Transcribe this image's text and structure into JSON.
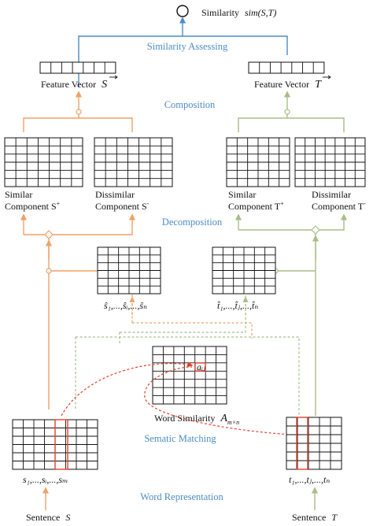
{
  "colors": {
    "blue": "#4d8cc4",
    "orange": "#f0a167",
    "green": "#a9bd8a",
    "red": "#e0402b",
    "grid": "#111111"
  },
  "labels": {
    "similarity_word": "Similarity",
    "similarity_expr": "sim(S,T)",
    "similarity_assessing": "Similarity Assessing",
    "feature_vector_s": "Feature Vector",
    "feature_vector_s_sym": "S",
    "feature_vector_t": "Feature Vector",
    "feature_vector_t_sym": "T",
    "composition": "Composition",
    "similar_s_line1": "Similar",
    "similar_s_line2": "Component S",
    "similar_s_sup": "+",
    "dissimilar_s_line1": "Dissimilar",
    "dissimilar_s_line2": "Component S",
    "dissimilar_s_sup": "-",
    "similar_t_line1": "Similar",
    "similar_t_line2": "Component T",
    "similar_t_sup": "+",
    "dissimilar_t_line1": "Dissimilar",
    "dissimilar_t_line2": "Component T",
    "dissimilar_t_sup": "-",
    "decomposition": "Decomposition",
    "s_hat_seq": "ŝ₁,...,ŝᵢ,...,ŝₙ",
    "t_hat_seq": "t̂₁,...,t̂ⱼ,...,t̂ₙ",
    "cell_label": "aᵢⱼ",
    "word_similarity": "Word Similarity",
    "word_similarity_sym": "A",
    "word_similarity_sub": "m×n",
    "sematic_matching": "Sematic Matching",
    "s_seq": "s₁,...,sᵢ,...,sₘ",
    "t_seq": "t₁,...,tⱼ,...,tₙ",
    "word_representation": "Word Representation",
    "sentence_s": "Sentence",
    "sentence_s_sym": "S",
    "sentence_t": "Sentence",
    "sentence_t_sym": "T"
  }
}
